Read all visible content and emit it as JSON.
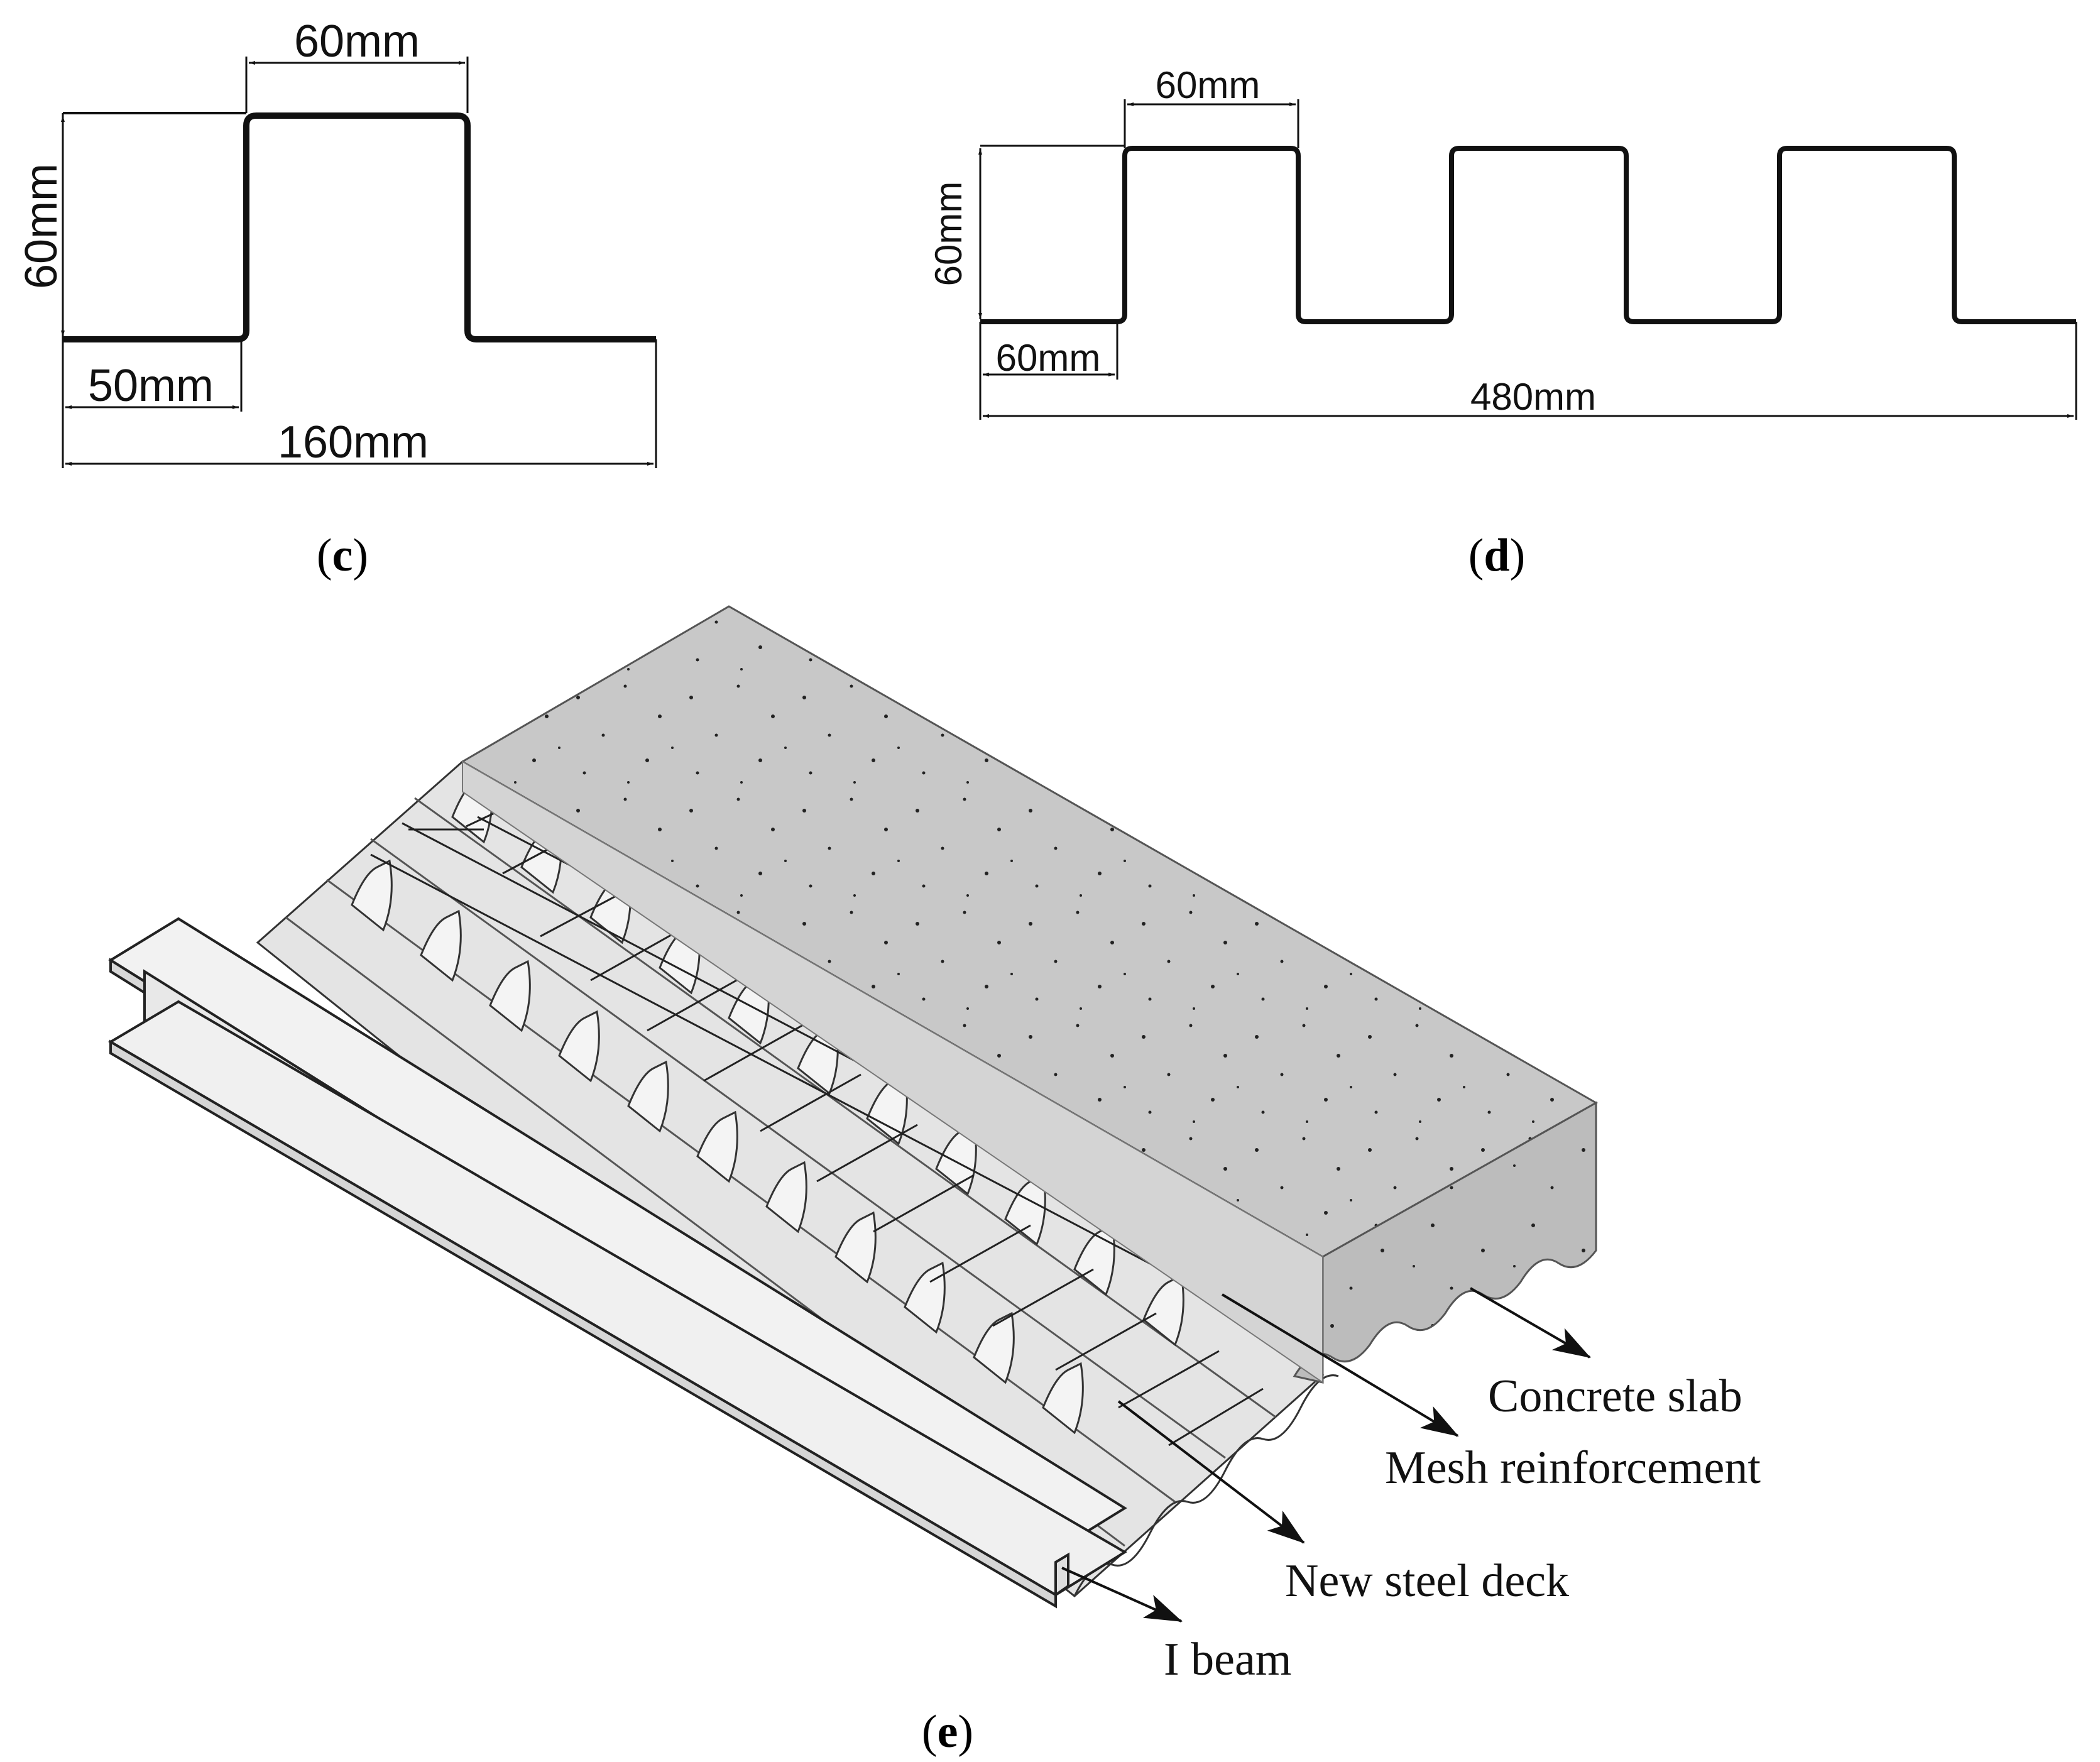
{
  "panel_c": {
    "dim_top": "60mm",
    "dim_height": "60mm",
    "dim_left": "50mm",
    "dim_total": "160mm",
    "caption_open": "(",
    "caption_letter": "c",
    "caption_close": ")"
  },
  "panel_d": {
    "dim_top": "60mm",
    "dim_height": "60mm",
    "dim_left": "60mm",
    "dim_total": "480mm",
    "caption_open": "(",
    "caption_letter": "d",
    "caption_close": ")"
  },
  "panel_e": {
    "labels": {
      "concrete_slab": "Concrete slab",
      "mesh_reinforcement": "Mesh reinforcement",
      "steel_deck": "New steel deck",
      "i_beam": "I beam"
    },
    "caption_open": "(",
    "caption_letter": "e",
    "caption_close": ")"
  },
  "colors": {
    "line": "#111111",
    "concrete": "#c9c9c9",
    "concrete_dark": "#b4b4b4",
    "deck": "#e6e6e6",
    "beam": "#efefef"
  }
}
